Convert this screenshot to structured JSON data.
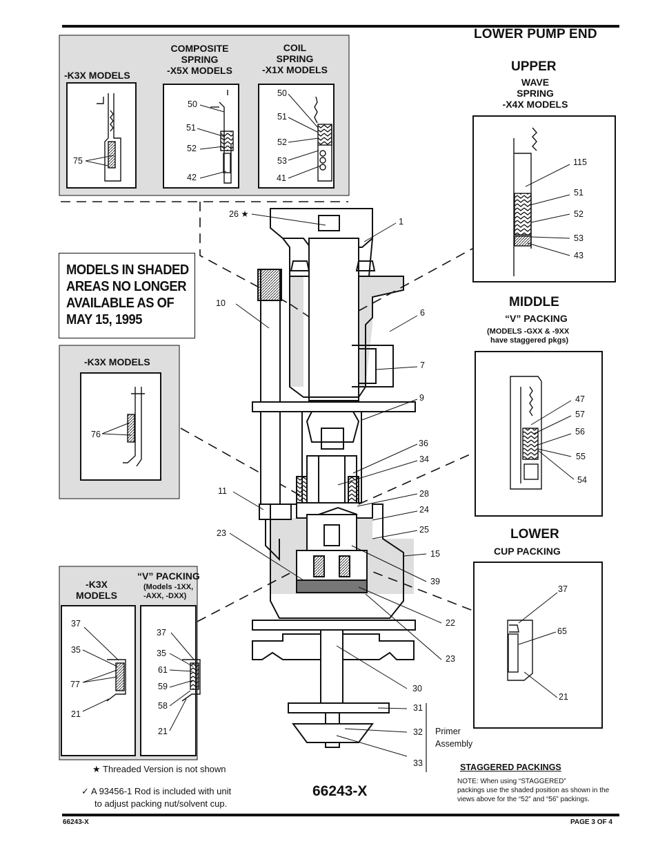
{
  "header": {
    "title": "LOWER PUMP END"
  },
  "notice": {
    "lines": [
      "MODELS IN SHADED",
      "AREAS NO LONGER",
      "AVAILABLE AS OF",
      "MAY 15, 1995"
    ]
  },
  "top_box": {
    "k3x": "-K3X MODELS",
    "composite": [
      "COMPOSITE",
      "SPRING",
      "-X5X MODELS"
    ],
    "coil": [
      "COIL",
      "SPRING",
      "-X1X MODELS"
    ],
    "k3x_callouts": [
      "75"
    ],
    "composite_callouts": [
      "50",
      "51",
      "52",
      "42"
    ],
    "coil_callouts": [
      "50",
      "51",
      "52",
      "53",
      "41"
    ]
  },
  "mid_left_box": {
    "title": "-K3X MODELS",
    "callouts": [
      "76"
    ]
  },
  "bottom_left_box": {
    "k3x": [
      "-K3X",
      "MODELS"
    ],
    "vpack_title": "“V” PACKING",
    "vpack_sub": [
      "(Models -1XX,",
      "-AXX, -DXX)"
    ],
    "k3x_callouts": [
      "37",
      "35",
      "77",
      "21"
    ],
    "vpack_callouts": [
      "37",
      "35",
      "61",
      "59",
      "58",
      "21"
    ]
  },
  "upper": {
    "title": "UPPER",
    "sub": [
      "WAVE",
      "SPRING",
      "-X4X MODELS"
    ],
    "callouts": [
      "115",
      "51",
      "52",
      "53",
      "43"
    ]
  },
  "middle": {
    "title": "MIDDLE",
    "sub": "“V” PACKING",
    "sub2": [
      "(MODELS -GXX & -9XX",
      "have staggered pkgs)"
    ],
    "callouts": [
      "47",
      "57",
      "56",
      "55",
      "54"
    ]
  },
  "lower": {
    "title": "LOWER",
    "sub": "CUP PACKING",
    "callouts": [
      "37",
      "65",
      "21"
    ]
  },
  "main_callouts": {
    "left": [
      "26 ★",
      "10",
      "11",
      "23"
    ],
    "right": [
      "1",
      "6",
      "7",
      "9",
      "36",
      "34",
      "28",
      "24",
      "25",
      "15",
      "39",
      "22",
      "23",
      "30",
      "31",
      "32",
      "33"
    ]
  },
  "primer": [
    "Primer",
    "Assembly"
  ],
  "legend": {
    "star": "★  Threaded Version is not shown",
    "rod": [
      "A 93456-1 Rod is included with unit",
      "to adjust packing nut/solvent cup."
    ]
  },
  "part_number": "66243-X",
  "staggered": {
    "title": "STAGGERED PACKINGS",
    "note": [
      "NOTE: When using “STAGGERED”",
      "packings use the shaded position as shown in the",
      "views above for the “52” and “56” packings."
    ]
  },
  "footer": {
    "left": "66243-X",
    "right": "PAGE 3 OF 4"
  }
}
